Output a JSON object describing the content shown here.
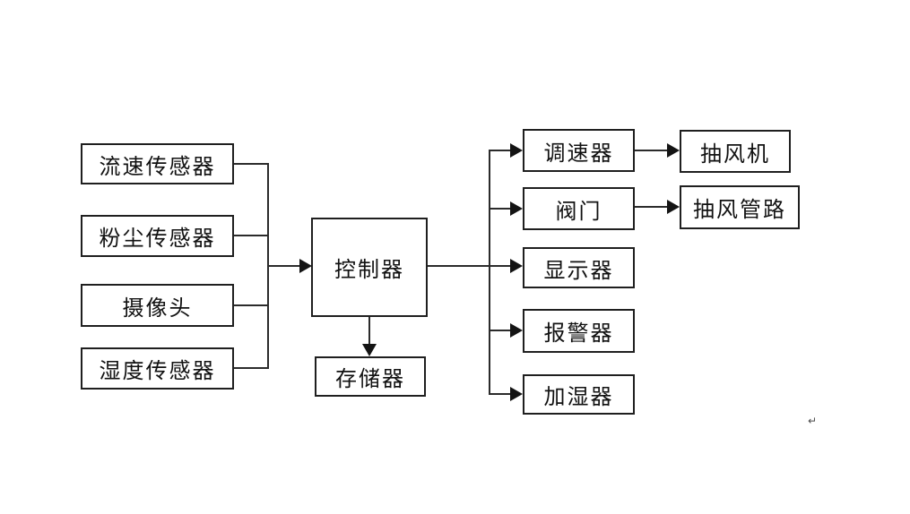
{
  "diagram": {
    "title": "ventilation-control-system-block-diagram",
    "nodes": {
      "flow_sensor": {
        "label": "流速传感器"
      },
      "dust_sensor": {
        "label": "粉尘传感器"
      },
      "camera": {
        "label": "摄像头"
      },
      "humidity_sensor": {
        "label": "湿度传感器"
      },
      "controller": {
        "label": "控制器"
      },
      "memory": {
        "label": "存储器"
      },
      "speed_regulator": {
        "label": "调速器"
      },
      "valve": {
        "label": "阀门"
      },
      "display": {
        "label": "显示器"
      },
      "alarm": {
        "label": "报警器"
      },
      "humidifier": {
        "label": "加湿器"
      },
      "exhaust_fan": {
        "label": "抽风机"
      },
      "exhaust_duct": {
        "label": "抽风管路"
      }
    },
    "edges": [
      "flow_sensor -> controller",
      "dust_sensor -> controller",
      "camera -> controller",
      "humidity_sensor -> controller",
      "controller -> memory",
      "controller -> speed_regulator",
      "controller -> valve",
      "controller -> display",
      "controller -> alarm",
      "controller -> humidifier",
      "speed_regulator -> exhaust_fan",
      "valve -> exhaust_duct"
    ],
    "paragraph_mark": "↵",
    "colors": {
      "background": "#ffffff",
      "box_border": "#1f1f1f",
      "line": "#2b2b2b",
      "text": "#111111"
    }
  }
}
